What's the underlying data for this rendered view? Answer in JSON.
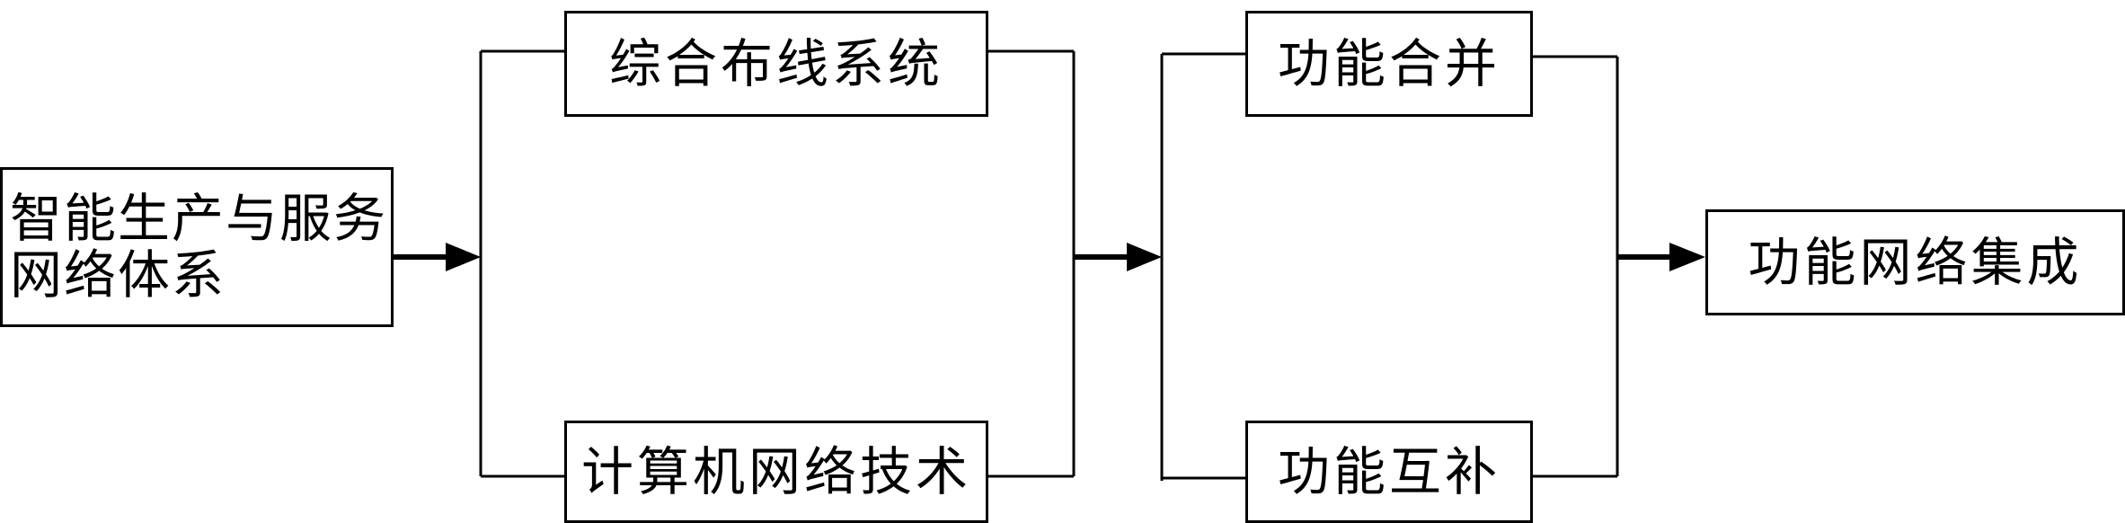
{
  "diagram": {
    "source": {
      "line1": "智能生产与服务",
      "line2": "网络体系"
    },
    "technologies": {
      "wiring": "综合布线系统",
      "network": "计算机网络技术"
    },
    "functions": {
      "merge": "功能合并",
      "complement": "功能互补"
    },
    "result": "功能网络集成"
  }
}
